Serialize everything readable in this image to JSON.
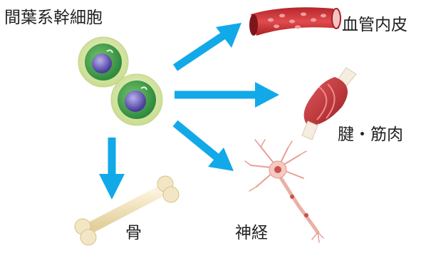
{
  "source": {
    "label": "間葉系幹細胞"
  },
  "targets": {
    "endothelium": {
      "label": "血管内皮"
    },
    "tendon_muscle": {
      "label": "腱・筋肉"
    },
    "bone": {
      "label": "骨"
    },
    "nerve": {
      "label": "神経"
    }
  },
  "colors": {
    "arrow": "#12a9e8",
    "cell_outer": "#d3e3a2",
    "cell_inner": "#3fa04a",
    "nucleus": "#6a55b3",
    "vessel": "#d9393c",
    "muscle": "#c9373a",
    "bone": "#f3e6c4",
    "neuron": "#f1b9b0"
  }
}
